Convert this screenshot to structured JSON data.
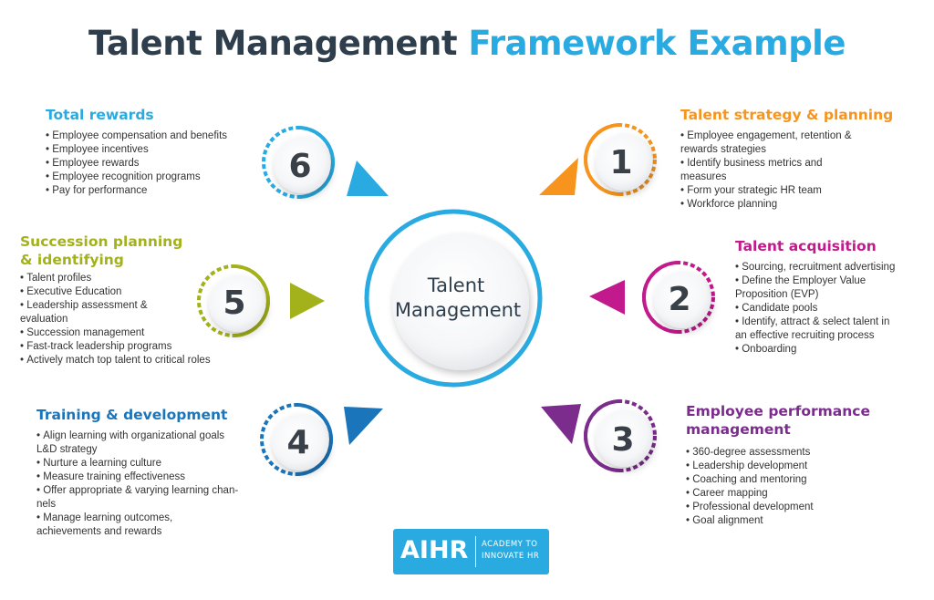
{
  "title": {
    "part1": "Talent Management",
    "part2": "Framework Example"
  },
  "center": {
    "line1": "Talent",
    "line2": "Management"
  },
  "colors": {
    "orange": "#f7941d",
    "magenta": "#c2198d",
    "purple": "#7b2c8c",
    "navy": "#1b75bb",
    "olive": "#a3b21a",
    "cyan": "#29abe2",
    "center_ring": "#29abe2"
  },
  "items": [
    {
      "number": "1",
      "title": "Talent strategy & planning",
      "color": "#f7941d",
      "bullets": [
        "Employee engagement, retention &",
        "rewards strategies",
        "Identify business metrics and",
        "measures",
        "Form your strategic HR team",
        "Workforce planning"
      ]
    },
    {
      "number": "2",
      "title": "Talent acquisition",
      "color": "#c2198d",
      "bullets": [
        "Sourcing, recruitment advertising",
        "Define the Employer Value",
        "Proposition (EVP)",
        "Candidate pools",
        "Identify, attract & select talent in",
        "an effective recruiting process",
        "Onboarding"
      ]
    },
    {
      "number": "3",
      "title_line1": "Employee performance",
      "title_line2": "management",
      "color": "#7b2c8c",
      "bullets": [
        "360-degree assessments",
        "Leadership development",
        "Coaching and mentoring",
        "Career mapping",
        "Professional development",
        "Goal alignment"
      ]
    },
    {
      "number": "4",
      "title": "Training & development",
      "color": "#1b75bb",
      "bullets": [
        "Align learning with organizational goals",
        "L&D strategy",
        "Nurture a learning culture",
        "Measure training effectiveness",
        "Offer appropriate & varying learning chan-",
        "nels",
        "Manage learning outcomes,",
        "achievements and rewards"
      ]
    },
    {
      "number": "5",
      "title_line1": "Succession planning",
      "title_line2": "& identifying",
      "color": "#a3b21a",
      "bullets": [
        "Talent profiles",
        "Executive Education",
        "Leadership assessment &",
        "evaluation",
        "Succession management",
        "Fast-track leadership programs",
        "Actively match top talent to critical roles"
      ]
    },
    {
      "number": "6",
      "title": "Total rewards",
      "color": "#29abe2",
      "bullets": [
        "Employee compensation and benefits",
        "Employee incentives",
        "Employee rewards",
        "Employee recognition programs",
        "Pay for performance"
      ]
    }
  ],
  "logo": {
    "mark": "AIHR",
    "tag1": "ACADEMY  TO",
    "tag2": "INNOVATE HR"
  }
}
